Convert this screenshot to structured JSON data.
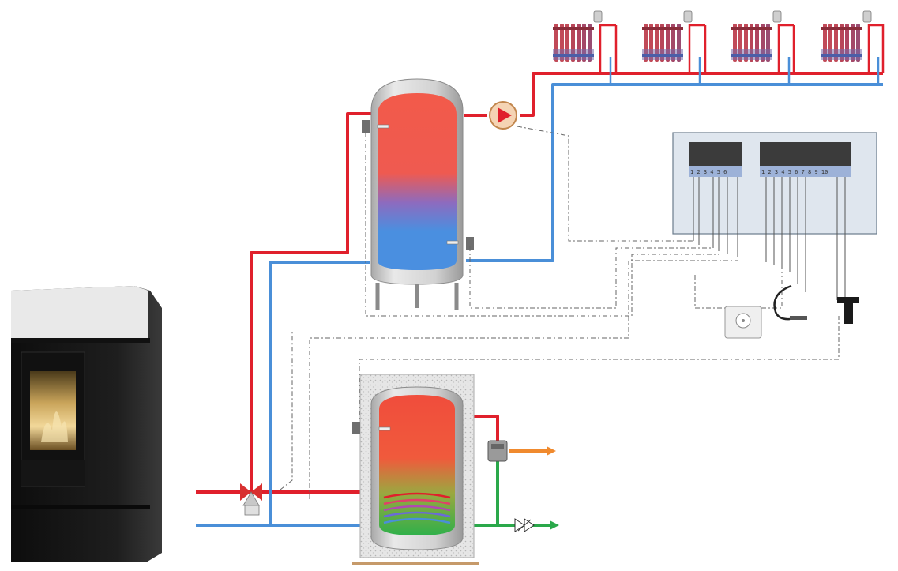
{
  "colors": {
    "hot_pipe": "#e0202c",
    "cold_pipe": "#4a8fd8",
    "dhw_out": "#f08a2e",
    "cold_in_green": "#2aa84a",
    "wire": "#555555",
    "tank_body": "#d4d4d4",
    "stove_body": "#1c1c1c",
    "controller_panel": "#dfe6ee"
  },
  "components": {
    "stove": "pellet-stove",
    "buffer_tank": "buffer-tank",
    "dhw_tank": "dhw-tank-with-coil",
    "pump": "circulation-pump",
    "three_way_valve": "three-way-valve",
    "mixing_valve": "thermostatic-mixing-valve",
    "check_valve": "check-valve",
    "controller": "control-unit",
    "room_thermostat": "room-thermostat",
    "temperature_probe": "temperature-probe",
    "external_sensor": "external-sensor",
    "radiators": [
      "radiator-1",
      "radiator-2",
      "radiator-3",
      "radiator-4"
    ]
  },
  "icons": {
    "flow_arrow": "arrow-right-icon",
    "radiator_valve": "thermostatic-head-icon"
  }
}
